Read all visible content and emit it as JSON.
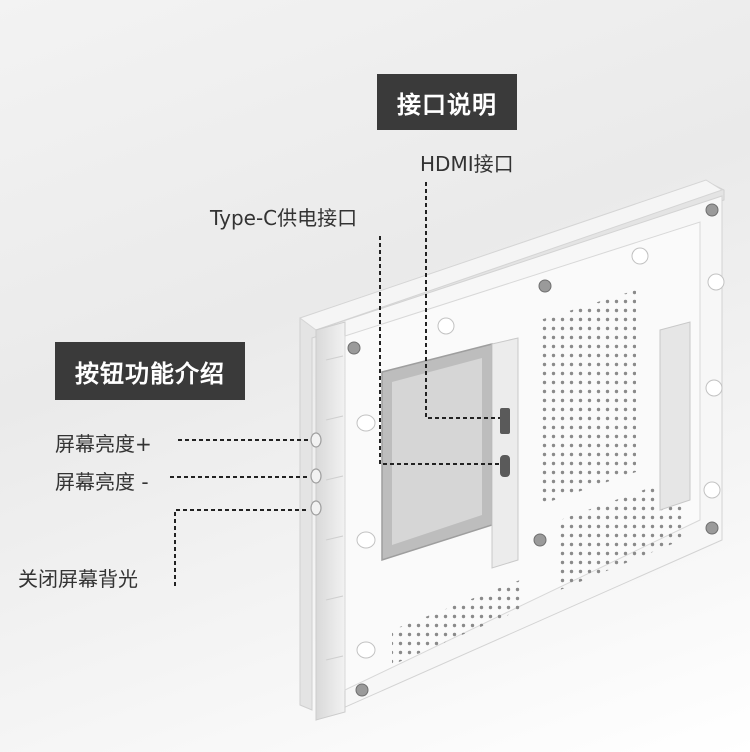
{
  "headings": {
    "ports": "接口说明",
    "buttons": "按钮功能介绍"
  },
  "callouts": {
    "hdmi": "HDMI接口",
    "typec": "Type-C供电接口",
    "brightness_up": "屏幕亮度+",
    "brightness_down": "屏幕亮度 -",
    "backlight_off": "关闭屏幕背光"
  },
  "colors": {
    "heading_bg": "#3a3a3a",
    "heading_text": "#ffffff",
    "label_text": "#333333",
    "device_body": "#f7f7f7",
    "leader_line": "#222222"
  }
}
